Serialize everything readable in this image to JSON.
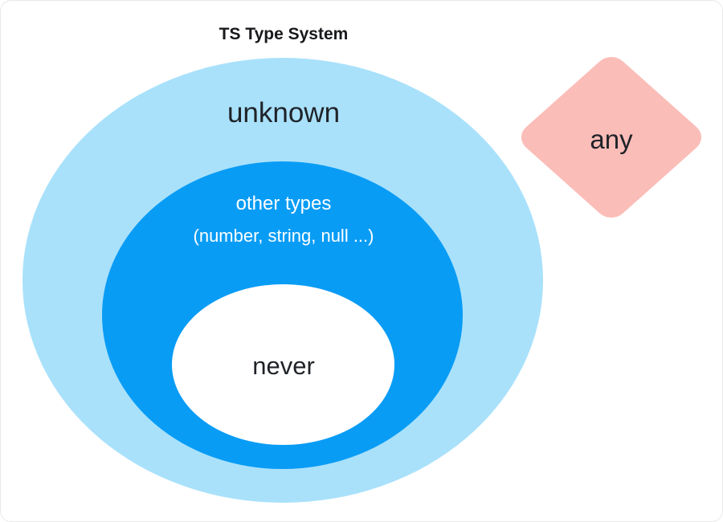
{
  "diagram": {
    "title": "TS Type System",
    "sets": [
      {
        "id": "unknown",
        "label": "unknown",
        "fill": "#a9e1fb",
        "text_color": "#1f2328"
      },
      {
        "id": "other-types",
        "label": "other types",
        "sublabel": "(number, string, null ...)",
        "fill": "#099cf5",
        "text_color": "#ffffff"
      },
      {
        "id": "never",
        "label": "never",
        "fill": "#ffffff",
        "text_color": "#1f2328"
      }
    ],
    "standalone": {
      "id": "any",
      "label": "any",
      "shape": "diamond",
      "fill": "#fbbdb8",
      "text_color": "#1f2328"
    },
    "background_color": "#ffffff",
    "title_color": "#17191c"
  }
}
